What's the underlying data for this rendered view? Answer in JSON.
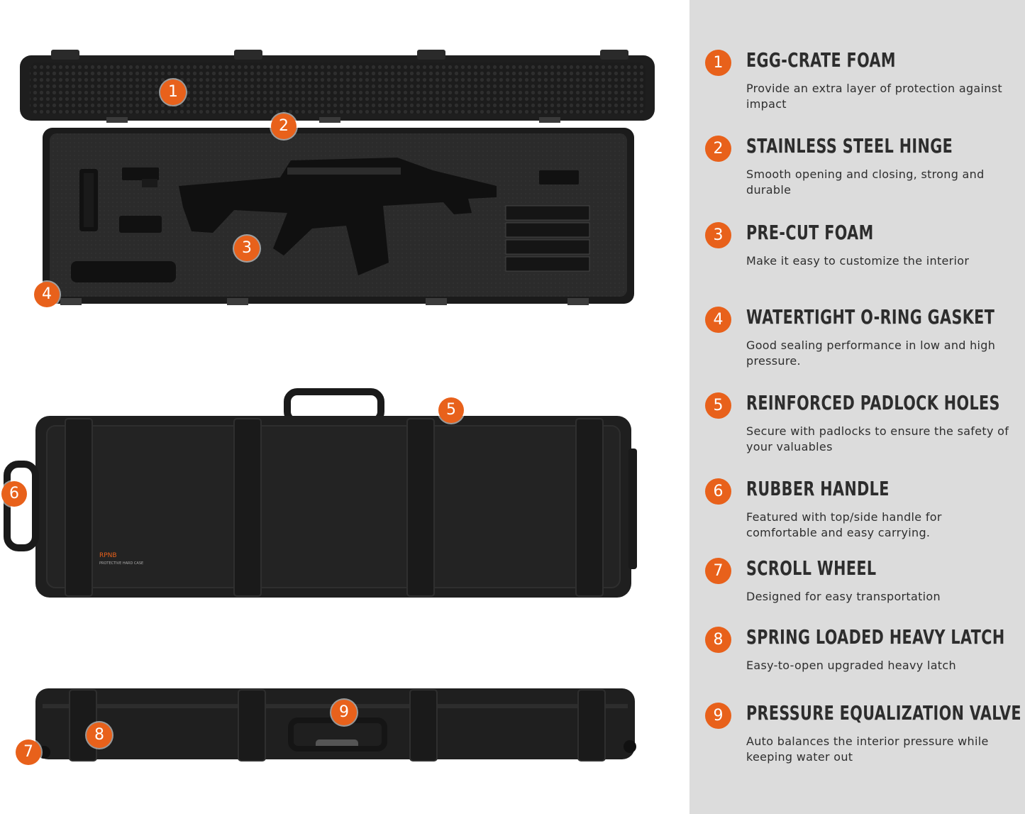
{
  "colors": {
    "accent": "#e8611b",
    "panel_bg": "#dcdcdc",
    "case_body": "#1f1f1f",
    "foam": "#2a2a2a",
    "text": "#2d2d2d"
  },
  "case_label": {
    "brand": "RPNB",
    "caption": "PROTECTIVE HARD CASE"
  },
  "markers": [
    "1",
    "2",
    "3",
    "4",
    "5",
    "6",
    "7",
    "8",
    "9"
  ],
  "features": [
    {
      "num": "1",
      "title": "EGG-CRATE FOAM",
      "desc": "Provide an extra layer of protection against impact"
    },
    {
      "num": "2",
      "title": "STAINLESS STEEL HINGE",
      "desc": "Smooth opening and closing, strong and durable"
    },
    {
      "num": "3",
      "title": "PRE-CUT FOAM",
      "desc": "Make it easy to customize the interior"
    },
    {
      "num": "4",
      "title": "WATERTIGHT O-RING GASKET",
      "desc": "Good sealing performance in low and high pressure."
    },
    {
      "num": "5",
      "title": "REINFORCED PADLOCK HOLES",
      "desc": "Secure with padlocks to ensure the safety of your valuables"
    },
    {
      "num": "6",
      "title": "RUBBER HANDLE",
      "desc": "Featured with top/side handle for comfortable and easy carrying."
    },
    {
      "num": "7",
      "title": "SCROLL WHEEL",
      "desc": "Designed for easy transportation"
    },
    {
      "num": "8",
      "title": "SPRING LOADED HEAVY LATCH",
      "desc": "Easy-to-open upgraded heavy latch"
    },
    {
      "num": "9",
      "title": "PRESSURE EQUALIZATION VALVE",
      "desc": "Auto balances the interior pressure while keeping water out"
    }
  ]
}
